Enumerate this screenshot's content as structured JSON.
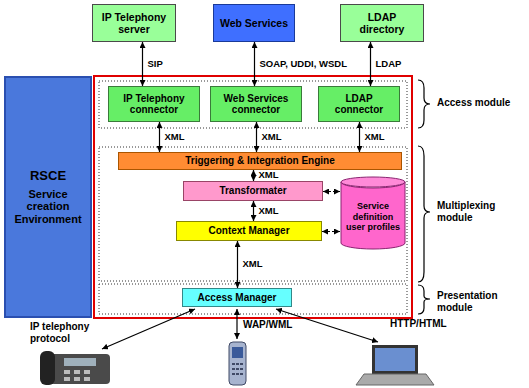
{
  "diagram": {
    "nodes": [
      {
        "text": [
          "IP Telephony server"
        ]
      },
      {
        "text": [
          "Web Services"
        ]
      },
      {
        "text": [
          "LDAP directory"
        ]
      },
      {
        "text": [
          "RSCE",
          "Service creation Environment"
        ]
      },
      {
        "text": [
          "IP Telephony connector"
        ]
      },
      {
        "text": [
          "Web Services connector"
        ]
      },
      {
        "text": [
          "LDAP connector"
        ]
      },
      {
        "text": [
          "Triggering & Integration Engine"
        ]
      },
      {
        "text": [
          "Transformater"
        ]
      },
      {
        "text": [
          "Service definition user profiles"
        ]
      },
      {
        "text": [
          "Context Manager"
        ]
      },
      {
        "text": [
          "Access Manager"
        ]
      }
    ],
    "edges": [
      {
        "from": 0,
        "to": 4,
        "arrow": "both",
        "label": "SIP"
      },
      {
        "from": 1,
        "to": 5,
        "arrow": "both",
        "label": "SOAP, UDDI, WSDL"
      },
      {
        "from": 2,
        "to": 6,
        "arrow": "both",
        "label": "LDAP"
      },
      {
        "from": 4,
        "to": 7,
        "arrow": "both",
        "label": "XML"
      },
      {
        "from": 5,
        "to": 7,
        "arrow": "both",
        "label": "XML"
      },
      {
        "from": 6,
        "to": 7,
        "arrow": "both",
        "label": "XML"
      },
      {
        "from": 7,
        "to": 8,
        "arrow": "both",
        "label": "XML"
      },
      {
        "from": 8,
        "to": 10,
        "arrow": "both",
        "label": "XML"
      },
      {
        "from": 8,
        "to": 9,
        "arrow": "both"
      },
      {
        "from": 10,
        "to": 9,
        "arrow": "both"
      },
      {
        "from": 10,
        "to": 11,
        "arrow": "both",
        "label": "XML"
      }
    ],
    "labels": [
      "Access module",
      "Multiplexing module",
      "Presentation module",
      "IP telephony protocol",
      "WAP/WML",
      "HTTP/HTML"
    ]
  }
}
